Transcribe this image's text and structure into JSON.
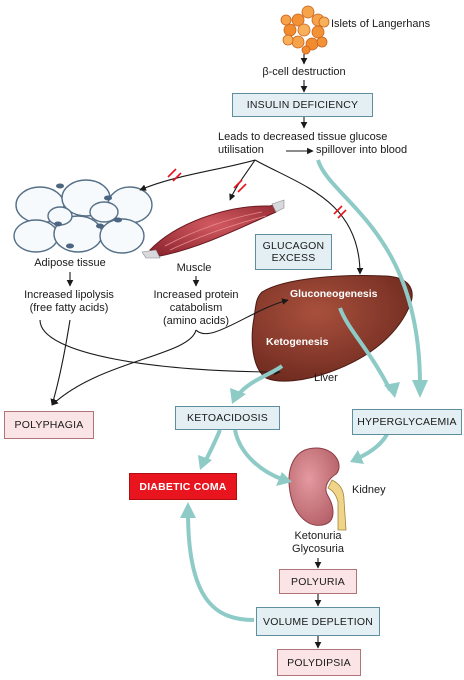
{
  "labels": {
    "islets": "Islets of Langerhans",
    "beta_cell": "β-cell destruction",
    "leads_to": "Leads to decreased tissue glucose",
    "utilisation": "utilisation",
    "spillover": "spillover into blood",
    "adipose": "Adipose tissue",
    "muscle": "Muscle",
    "lipolysis_1": "Increased lipolysis",
    "lipolysis_2": "(free fatty acids)",
    "protein_1": "Increased protein",
    "protein_2": "catabolism",
    "protein_3": "(amino acids)",
    "gluconeogenesis": "Gluconeogenesis",
    "ketogenesis": "Ketogenesis",
    "liver": "Liver",
    "kidney": "Kidney",
    "ketonuria": "Ketonuria",
    "glycosuria": "Glycosuria"
  },
  "boxes": {
    "insulin_deficiency": "INSULIN DEFICIENCY",
    "glucagon_1": "GLUCAGON",
    "glucagon_2": "EXCESS",
    "polyphagia": "POLYPHAGIA",
    "ketoacidosis": "KETOACIDOSIS",
    "hyperglycaemia": "HYPERGLYCAEMIA",
    "diabetic_coma": "DIABETIC COMA",
    "polyuria": "POLYURIA",
    "volume_depletion": "VOLUME DEPLETION",
    "polydipsia": "POLYDIPSIA"
  },
  "colors": {
    "box_blue": "#e3eff3",
    "box_pink": "#fbe4e5",
    "alert_red": "#e8141e",
    "teal_arrow": "#8ecbc7",
    "liver_brown": "#8b3a2c",
    "muscle_red": "#b8363e",
    "kidney_pink": "#c9757a",
    "islet_orange": "#f28a2e"
  }
}
